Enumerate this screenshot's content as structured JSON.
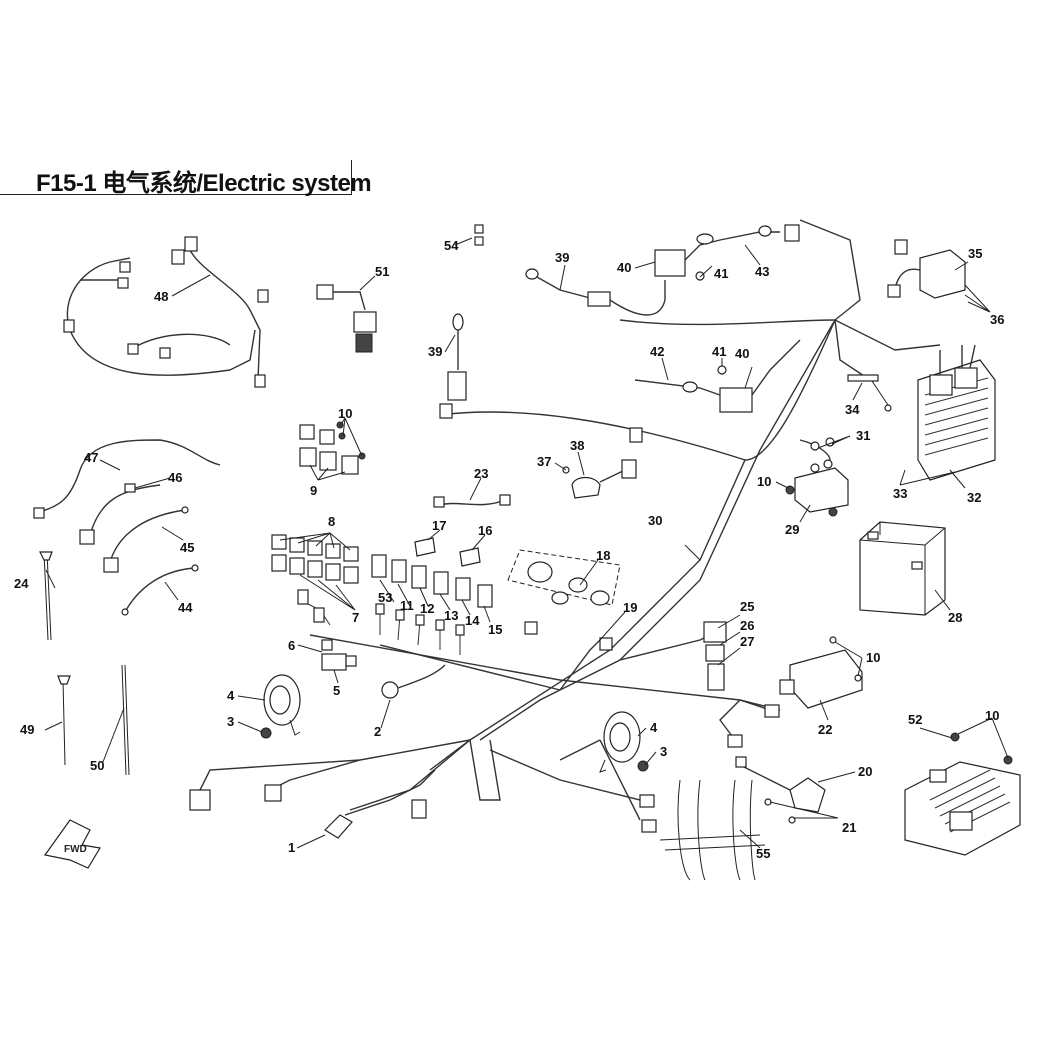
{
  "title": "F15-1 电气系统/Electric system",
  "callouts": {
    "c1": "1",
    "c2": "2",
    "c3a": "3",
    "c3b": "3",
    "c4a": "4",
    "c4b": "4",
    "c5": "5",
    "c6": "6",
    "c7": "7",
    "c8": "8",
    "c9": "9",
    "c10a": "10",
    "c10b": "10",
    "c10c": "10",
    "c10d": "10",
    "c11": "11",
    "c12": "12",
    "c13": "13",
    "c14": "14",
    "c15": "15",
    "c16": "16",
    "c17": "17",
    "c18": "18",
    "c19": "19",
    "c20": "20",
    "c21": "21",
    "c22": "22",
    "c23": "23",
    "c24": "24",
    "c25": "25",
    "c26": "26",
    "c27": "27",
    "c28": "28",
    "c29": "29",
    "c30": "30",
    "c31": "31",
    "c32": "32",
    "c33": "33",
    "c34": "34",
    "c35": "35",
    "c36": "36",
    "c37": "37",
    "c38": "38",
    "c39a": "39",
    "c39b": "39",
    "c40a": "40",
    "c40b": "40",
    "c41a": "41",
    "c41b": "41",
    "c42": "42",
    "c43": "43",
    "c44": "44",
    "c45": "45",
    "c46": "46",
    "c47": "47",
    "c48": "48",
    "c49": "49",
    "c50": "50",
    "c51": "51",
    "c52": "52",
    "c53": "53",
    "c54": "54",
    "c55": "55"
  },
  "fwd_label": "FWD"
}
